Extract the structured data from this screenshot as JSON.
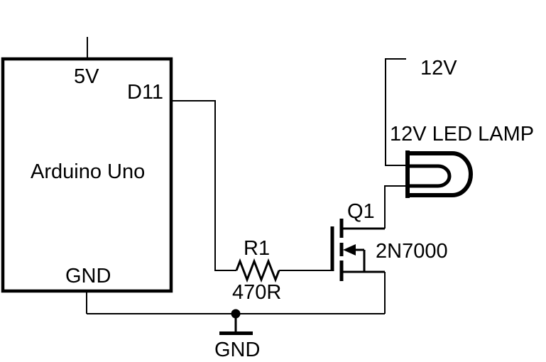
{
  "colors": {
    "background": "#ffffff",
    "line": "#000000"
  },
  "components": {
    "arduino": {
      "label": "Arduino Uno",
      "pin_top": "5V",
      "pin_right": "D11",
      "pin_bottom": "GND"
    },
    "resistor": {
      "designator": "R1",
      "value": "470R"
    },
    "transistor": {
      "designator": "Q1",
      "part_number": "2N7000",
      "symbol": "n-channel-mosfet"
    },
    "lamp": {
      "label": "12V LED LAMP",
      "symbol": "lamp"
    },
    "power": {
      "label": "12V"
    },
    "ground": {
      "label": "GND",
      "symbol": "ground"
    }
  }
}
